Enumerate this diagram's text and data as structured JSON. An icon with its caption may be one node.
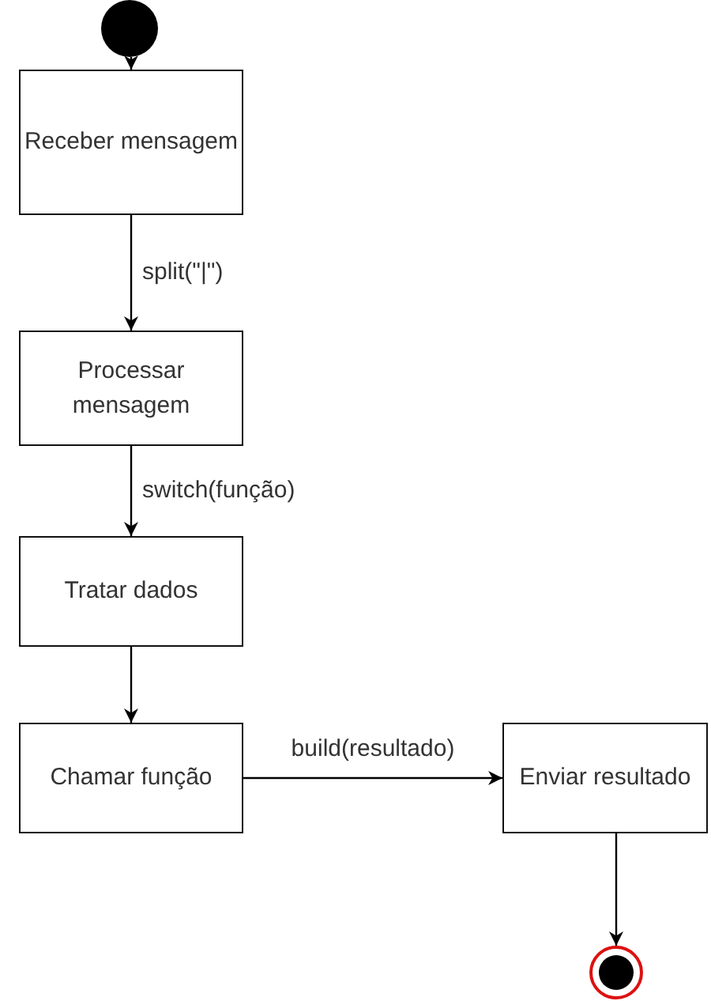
{
  "diagram": {
    "nodes": [
      {
        "text": [],
        "shape": "circle"
      },
      {
        "text": [
          "Receber mensagem"
        ]
      },
      {
        "text": [
          "Processar mensagem"
        ]
      },
      {
        "text": [
          "Tratar dados"
        ]
      },
      {
        "text": [
          "Chamar função"
        ]
      },
      {
        "text": [
          "Enviar resultado"
        ]
      },
      {
        "text": [],
        "shape": "bullseye"
      }
    ],
    "edges": [
      {
        "from": 0,
        "to": 1,
        "arrow": "to"
      },
      {
        "from": 1,
        "to": 2,
        "arrow": "to",
        "label": "split(\"|\")"
      },
      {
        "from": 2,
        "to": 3,
        "arrow": "to",
        "label": "switch(função)"
      },
      {
        "from": 3,
        "to": 4,
        "arrow": "to"
      },
      {
        "from": 4,
        "to": 5,
        "arrow": "to",
        "label": "build(resultado)"
      },
      {
        "from": 5,
        "to": 6,
        "arrow": "to"
      }
    ]
  }
}
